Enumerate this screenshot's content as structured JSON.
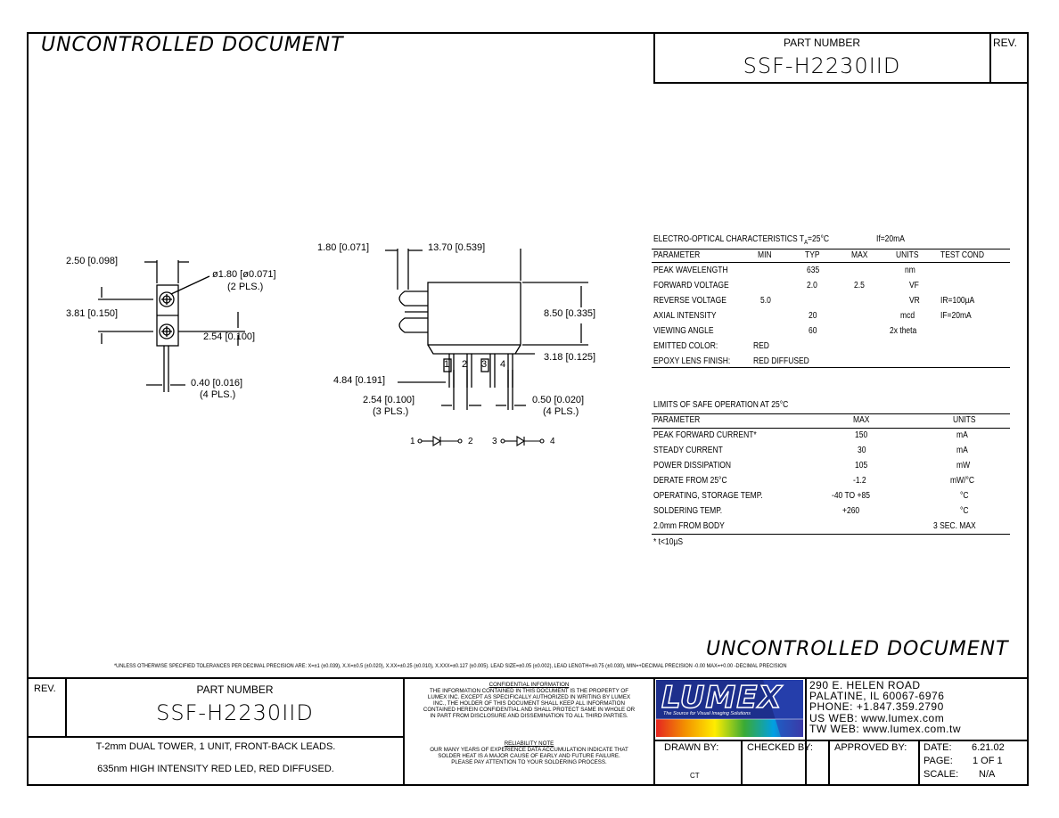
{
  "header": {
    "uncontrolled": "UNCONTROLLED DOCUMENT",
    "part_number_label": "PART NUMBER",
    "part_number": "SSF-H2230IID",
    "rev_label": "REV."
  },
  "drawing": {
    "left_view": {
      "dim1": "2.50 [0.098]",
      "dim2": "ø1.80 [ø0.071]",
      "dim2b": "(2 PLS.)",
      "dim3": "3.81 [0.150]",
      "dim4": "2.54 [0.100]",
      "dim5": "0.40 [0.016]",
      "dim5b": "(4 PLS.)"
    },
    "side_view": {
      "dim1": "1.80 [0.071]",
      "dim2": "13.70 [0.539]",
      "dim3": "8.50 [0.335]",
      "dim4": "3.18 [0.125]",
      "dim5": "4.84 [0.191]",
      "dim6": "2.54 [0.100]",
      "dim6b": "(3 PLS.)",
      "dim7": "0.50 [0.020]",
      "dim7b": "(4 PLS.)",
      "pins": [
        "1",
        "2",
        "3",
        "4"
      ]
    },
    "schematic": [
      "1",
      "2",
      "3",
      "4"
    ]
  },
  "electro": {
    "title": "ELECTRO-OPTICAL CHARACTERISTICS T",
    "title_sub": "A",
    "title_tail": "=25°C",
    "cond": "If=20mA",
    "headers": [
      "PARAMETER",
      "MIN",
      "TYP",
      "MAX",
      "UNITS",
      "TEST COND"
    ],
    "rows": [
      [
        "PEAK WAVELENGTH",
        "",
        "635",
        "",
        "nm",
        ""
      ],
      [
        "FORWARD VOLTAGE",
        "",
        "2.0",
        "2.5",
        "VF",
        ""
      ],
      [
        "REVERSE VOLTAGE",
        "5.0",
        "",
        "",
        "VR",
        "IR=100µA"
      ],
      [
        "AXIAL INTENSITY",
        "",
        "20",
        "",
        "mcd",
        "IF=20mA"
      ],
      [
        "VIEWING ANGLE",
        "",
        "60",
        "",
        "2x theta",
        ""
      ],
      [
        "EMITTED COLOR:",
        "RED",
        "",
        "",
        "",
        ""
      ],
      [
        "EPOXY LENS FINISH:",
        "RED DIFFUSED",
        "",
        "",
        "",
        ""
      ]
    ]
  },
  "limits": {
    "title": "LIMITS OF SAFE OPERATION AT 25°C",
    "headers": [
      "PARAMETER",
      "MAX",
      "UNITS"
    ],
    "rows": [
      [
        "PEAK FORWARD CURRENT*",
        "150",
        "mA"
      ],
      [
        "STEADY CURRENT",
        "30",
        "mA"
      ],
      [
        "POWER DISSIPATION",
        "105",
        "mW"
      ],
      [
        "DERATE FROM 25°C",
        "-1.2",
        "mW/°C"
      ],
      [
        "OPERATING, STORAGE TEMP.",
        "-40 TO +85",
        "°C"
      ],
      [
        "SOLDERING TEMP.",
        "+260",
        "°C"
      ],
      [
        "2.0mm FROM BODY",
        "",
        "3 SEC. MAX"
      ]
    ],
    "footnote": "* t<10µS"
  },
  "footer": {
    "uncontrolled": "UNCONTROLLED DOCUMENT",
    "tolerance_note": "*UNLESS OTHERWISE SPECIFIED TOLERANCES PER DECIMAL PRECISION ARE: X=±1 (±0.039), X.X=±0.5 (±0.020), X.XX=±0.25 (±0.010), X.XXX=±0.127 (±0.005). LEAD SIZE=±0.05 (±0.002), LEAD LENGTH=±0.75 (±0.030), MIN=+DECIMAL PRECISION -0.00  MAX=+0.00 -DECIMAL PRECISION",
    "rev_label": "REV.",
    "part_number_label": "PART NUMBER",
    "part_number": "SSF-H2230IID",
    "description_1": "T-2mm DUAL TOWER, 1 UNIT, FRONT-BACK LEADS.",
    "description_2": "635nm HIGH INTENSITY RED LED, RED DIFFUSED.",
    "confidential_title": "CONFIDENTIAL INFORMATION",
    "confidential_body": [
      "THE INFORMATION CONTAINED IN THIS DOCUMENT IS THE PROPERTY OF",
      "LUMEX INC. EXCEPT AS SPECIFICALLY AUTHORIZED IN WRITING BY LUMEX",
      "INC., THE HOLDER OF THIS DOCUMENT SHALL KEEP ALL INFORMATION",
      "CONTAINED HEREIN CONFIDENTIAL AND SHALL PROTECT SAME IN WHOLE OR",
      "IN PART FROM DISCLOSURE AND DISSEMINATION TO ALL THIRD PARTIES."
    ],
    "reliability_title": "RELIABILITY NOTE",
    "reliability_body": [
      "OUR MANY YEARS OF EXPERIENCE DATA ACCUMULATION INDICATE THAT",
      "SOLDER HEAT IS A MAJOR CAUSE OF EARLY AND FUTURE FAILURE.",
      "PLEASE PAY ATTENTION TO YOUR SOLDERING PROCESS."
    ],
    "logo_text": "LUMEX",
    "logo_tagline": "The Source for Visual Imaging Solutions",
    "address": [
      "290 E. HELEN ROAD",
      "PALATINE, IL 60067-6976",
      "PHONE: +1.847.359.2790",
      "US WEB: www.lumex.com",
      "TW WEB: www.lumex.com.tw"
    ],
    "drawn_by_label": "DRAWN BY:",
    "drawn_by": "CT",
    "checked_by_label": "CHECKED BY:",
    "approved_by_label": "APPROVED BY:",
    "date_label": "DATE:",
    "date": "6.21.02",
    "page_label": "PAGE:",
    "page": "1 OF 1",
    "scale_label": "SCALE:",
    "scale": "N/A"
  }
}
